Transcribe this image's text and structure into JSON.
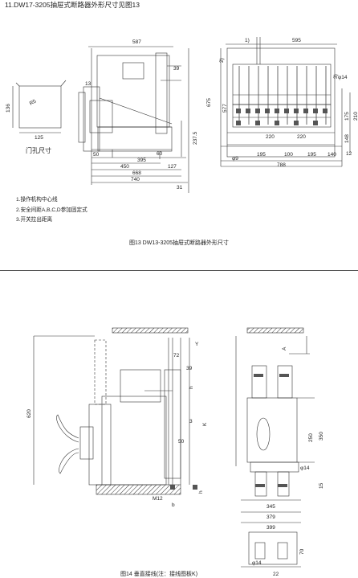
{
  "heading": "11.DW17-3205抽屉式断路器外形尺寸见图13",
  "cutout": {
    "label": "门孔尺寸",
    "dim_height": "136",
    "dim_width": "125",
    "dim_radius": "R5"
  },
  "side_view_top": {
    "dims": [
      "587",
      "39",
      "13",
      "675",
      "577",
      "237.5",
      "50",
      "60",
      "395",
      "127",
      "450",
      "668",
      "740",
      "31"
    ]
  },
  "front_view_top": {
    "dims": [
      "1)",
      "595",
      "2)",
      "3)",
      "φ14",
      "175",
      "210",
      "148",
      "12",
      "φ9",
      "220",
      "220",
      "195",
      "100",
      "195",
      "140",
      "788"
    ]
  },
  "notes": [
    "1.操作机构中心线",
    "2.安全间距A,B,C,D参加固定式",
    "3.开关拉出距离"
  ],
  "caption_top": "图13 DW13-3205抽屉式断路器外形尺寸",
  "side_view_bottom": {
    "dims": [
      "Y",
      "72",
      "39",
      "h",
      "620",
      "3",
      "K",
      "50",
      "M12",
      "b",
      "h"
    ]
  },
  "front_view_bottom": {
    "dims": [
      "A",
      "250",
      "350",
      "φ14",
      "15",
      "345",
      "379",
      "399",
      "φ14",
      "70",
      "22"
    ]
  },
  "caption_bottom": "图14 垂直接线(注：接线图板K)"
}
